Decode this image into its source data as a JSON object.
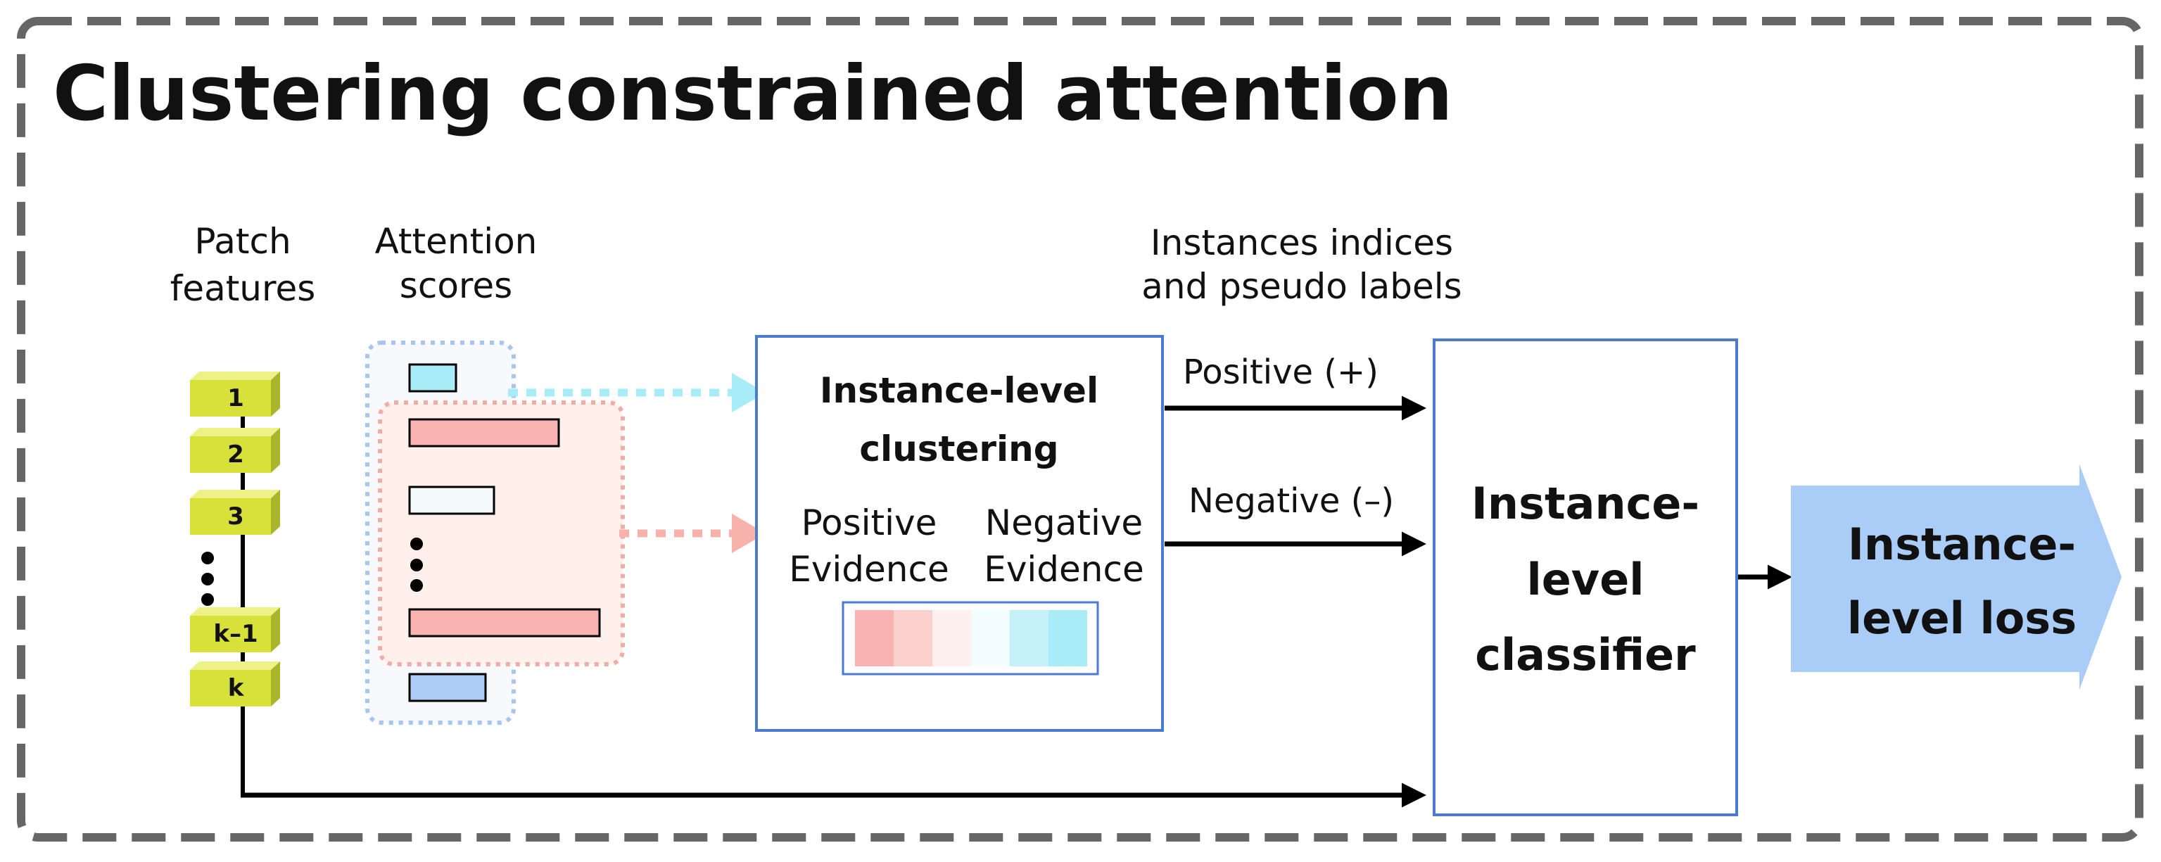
{
  "title": "Clustering constrained attention",
  "labels": {
    "patch_features": [
      "Patch",
      "features"
    ],
    "attention_scores": [
      "Attention",
      "scores"
    ],
    "instances_indices": [
      "Instances indices",
      "and pseudo labels"
    ],
    "positive_arrow": "Positive (+)",
    "negative_arrow": "Negative (–)"
  },
  "patches": [
    "1",
    "2",
    "3",
    "k–1",
    "k"
  ],
  "clustering_box": {
    "title": [
      "Instance-level",
      "clustering"
    ],
    "positive_evidence": [
      "Positive",
      "Evidence"
    ],
    "negative_evidence": [
      "Negative",
      "Evidence"
    ]
  },
  "classifier_box": {
    "title": [
      "Instance-",
      "level",
      "classifier"
    ]
  },
  "loss_arrow": {
    "title": [
      "Instance-",
      "level loss"
    ]
  },
  "colors": {
    "frame": "#666666",
    "patch_fill": "#d7e13a",
    "positive": "#f9b3b3",
    "negative": "#a7ecf7",
    "box_border": "#4a7bd0",
    "loss_fill": "#a9cdf6"
  }
}
